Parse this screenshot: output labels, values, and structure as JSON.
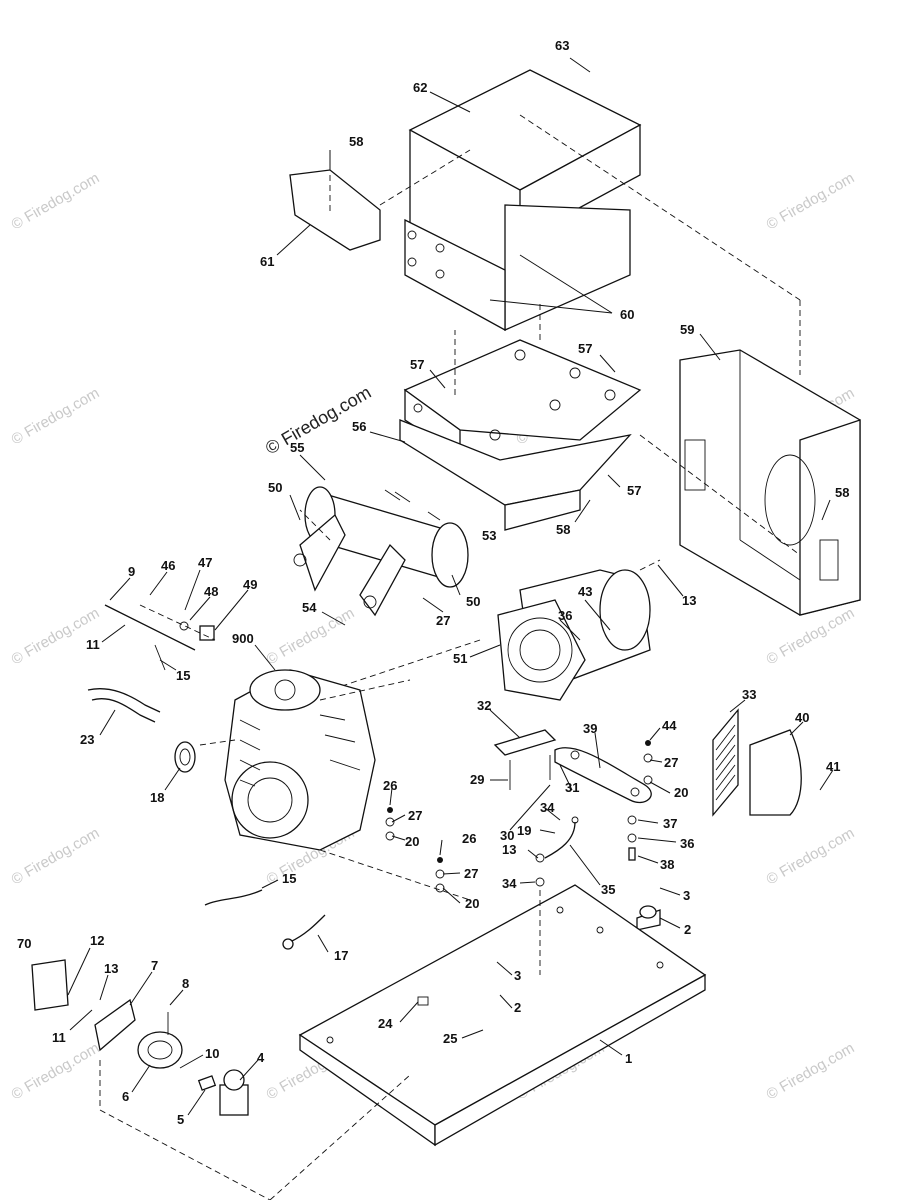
{
  "watermarks": {
    "text": "© Firedog.com",
    "prominent_text": "© Firedog.com"
  },
  "callouts": [
    {
      "id": "c63",
      "label": "63"
    },
    {
      "id": "c62",
      "label": "62"
    },
    {
      "id": "c58a",
      "label": "58"
    },
    {
      "id": "c61",
      "label": "61"
    },
    {
      "id": "c60",
      "label": "60"
    },
    {
      "id": "c59",
      "label": "59"
    },
    {
      "id": "c57a",
      "label": "57"
    },
    {
      "id": "c57b",
      "label": "57"
    },
    {
      "id": "c57c",
      "label": "57"
    },
    {
      "id": "c56",
      "label": "56"
    },
    {
      "id": "c55",
      "label": "55"
    },
    {
      "id": "c58b",
      "label": "58"
    },
    {
      "id": "c58c",
      "label": "58"
    },
    {
      "id": "c50a",
      "label": "50"
    },
    {
      "id": "c50b",
      "label": "50"
    },
    {
      "id": "c53",
      "label": "53"
    },
    {
      "id": "c13a",
      "label": "13"
    },
    {
      "id": "c54",
      "label": "54"
    },
    {
      "id": "c27a",
      "label": "27"
    },
    {
      "id": "c43",
      "label": "43"
    },
    {
      "id": "c36a",
      "label": "36"
    },
    {
      "id": "c51",
      "label": "51"
    },
    {
      "id": "c9",
      "label": "9"
    },
    {
      "id": "c46",
      "label": "46"
    },
    {
      "id": "c47",
      "label": "47"
    },
    {
      "id": "c48",
      "label": "48"
    },
    {
      "id": "c49",
      "label": "49"
    },
    {
      "id": "c11a",
      "label": "11"
    },
    {
      "id": "c15a",
      "label": "15"
    },
    {
      "id": "c900",
      "label": "900"
    },
    {
      "id": "c23",
      "label": "23"
    },
    {
      "id": "c18",
      "label": "18"
    },
    {
      "id": "c32",
      "label": "32"
    },
    {
      "id": "c39",
      "label": "39"
    },
    {
      "id": "c44",
      "label": "44"
    },
    {
      "id": "c33",
      "label": "33"
    },
    {
      "id": "c40",
      "label": "40"
    },
    {
      "id": "c41",
      "label": "41"
    },
    {
      "id": "c27b",
      "label": "27"
    },
    {
      "id": "c20a",
      "label": "20"
    },
    {
      "id": "c29",
      "label": "29"
    },
    {
      "id": "c30",
      "label": "30"
    },
    {
      "id": "c31",
      "label": "31"
    },
    {
      "id": "c26a",
      "label": "26"
    },
    {
      "id": "c27c",
      "label": "27"
    },
    {
      "id": "c20b",
      "label": "20"
    },
    {
      "id": "c34a",
      "label": "34"
    },
    {
      "id": "c19",
      "label": "19"
    },
    {
      "id": "c37",
      "label": "37"
    },
    {
      "id": "c36b",
      "label": "36"
    },
    {
      "id": "c38",
      "label": "38"
    },
    {
      "id": "c26b",
      "label": "26"
    },
    {
      "id": "c27d",
      "label": "27"
    },
    {
      "id": "c20c",
      "label": "20"
    },
    {
      "id": "c13b",
      "label": "13"
    },
    {
      "id": "c35",
      "label": "35"
    },
    {
      "id": "c34b",
      "label": "34"
    },
    {
      "id": "c3a",
      "label": "3"
    },
    {
      "id": "c2a",
      "label": "2"
    },
    {
      "id": "c15b",
      "label": "15"
    },
    {
      "id": "c17",
      "label": "17"
    },
    {
      "id": "c70",
      "label": "70"
    },
    {
      "id": "c12",
      "label": "12"
    },
    {
      "id": "c13c",
      "label": "13"
    },
    {
      "id": "c7",
      "label": "7"
    },
    {
      "id": "c8",
      "label": "8"
    },
    {
      "id": "c11b",
      "label": "11"
    },
    {
      "id": "c3b",
      "label": "3"
    },
    {
      "id": "c2b",
      "label": "2"
    },
    {
      "id": "c24",
      "label": "24"
    },
    {
      "id": "c25",
      "label": "25"
    },
    {
      "id": "c1",
      "label": "1"
    },
    {
      "id": "c10",
      "label": "10"
    },
    {
      "id": "c4",
      "label": "4"
    },
    {
      "id": "c6",
      "label": "6"
    },
    {
      "id": "c5",
      "label": "5"
    }
  ]
}
